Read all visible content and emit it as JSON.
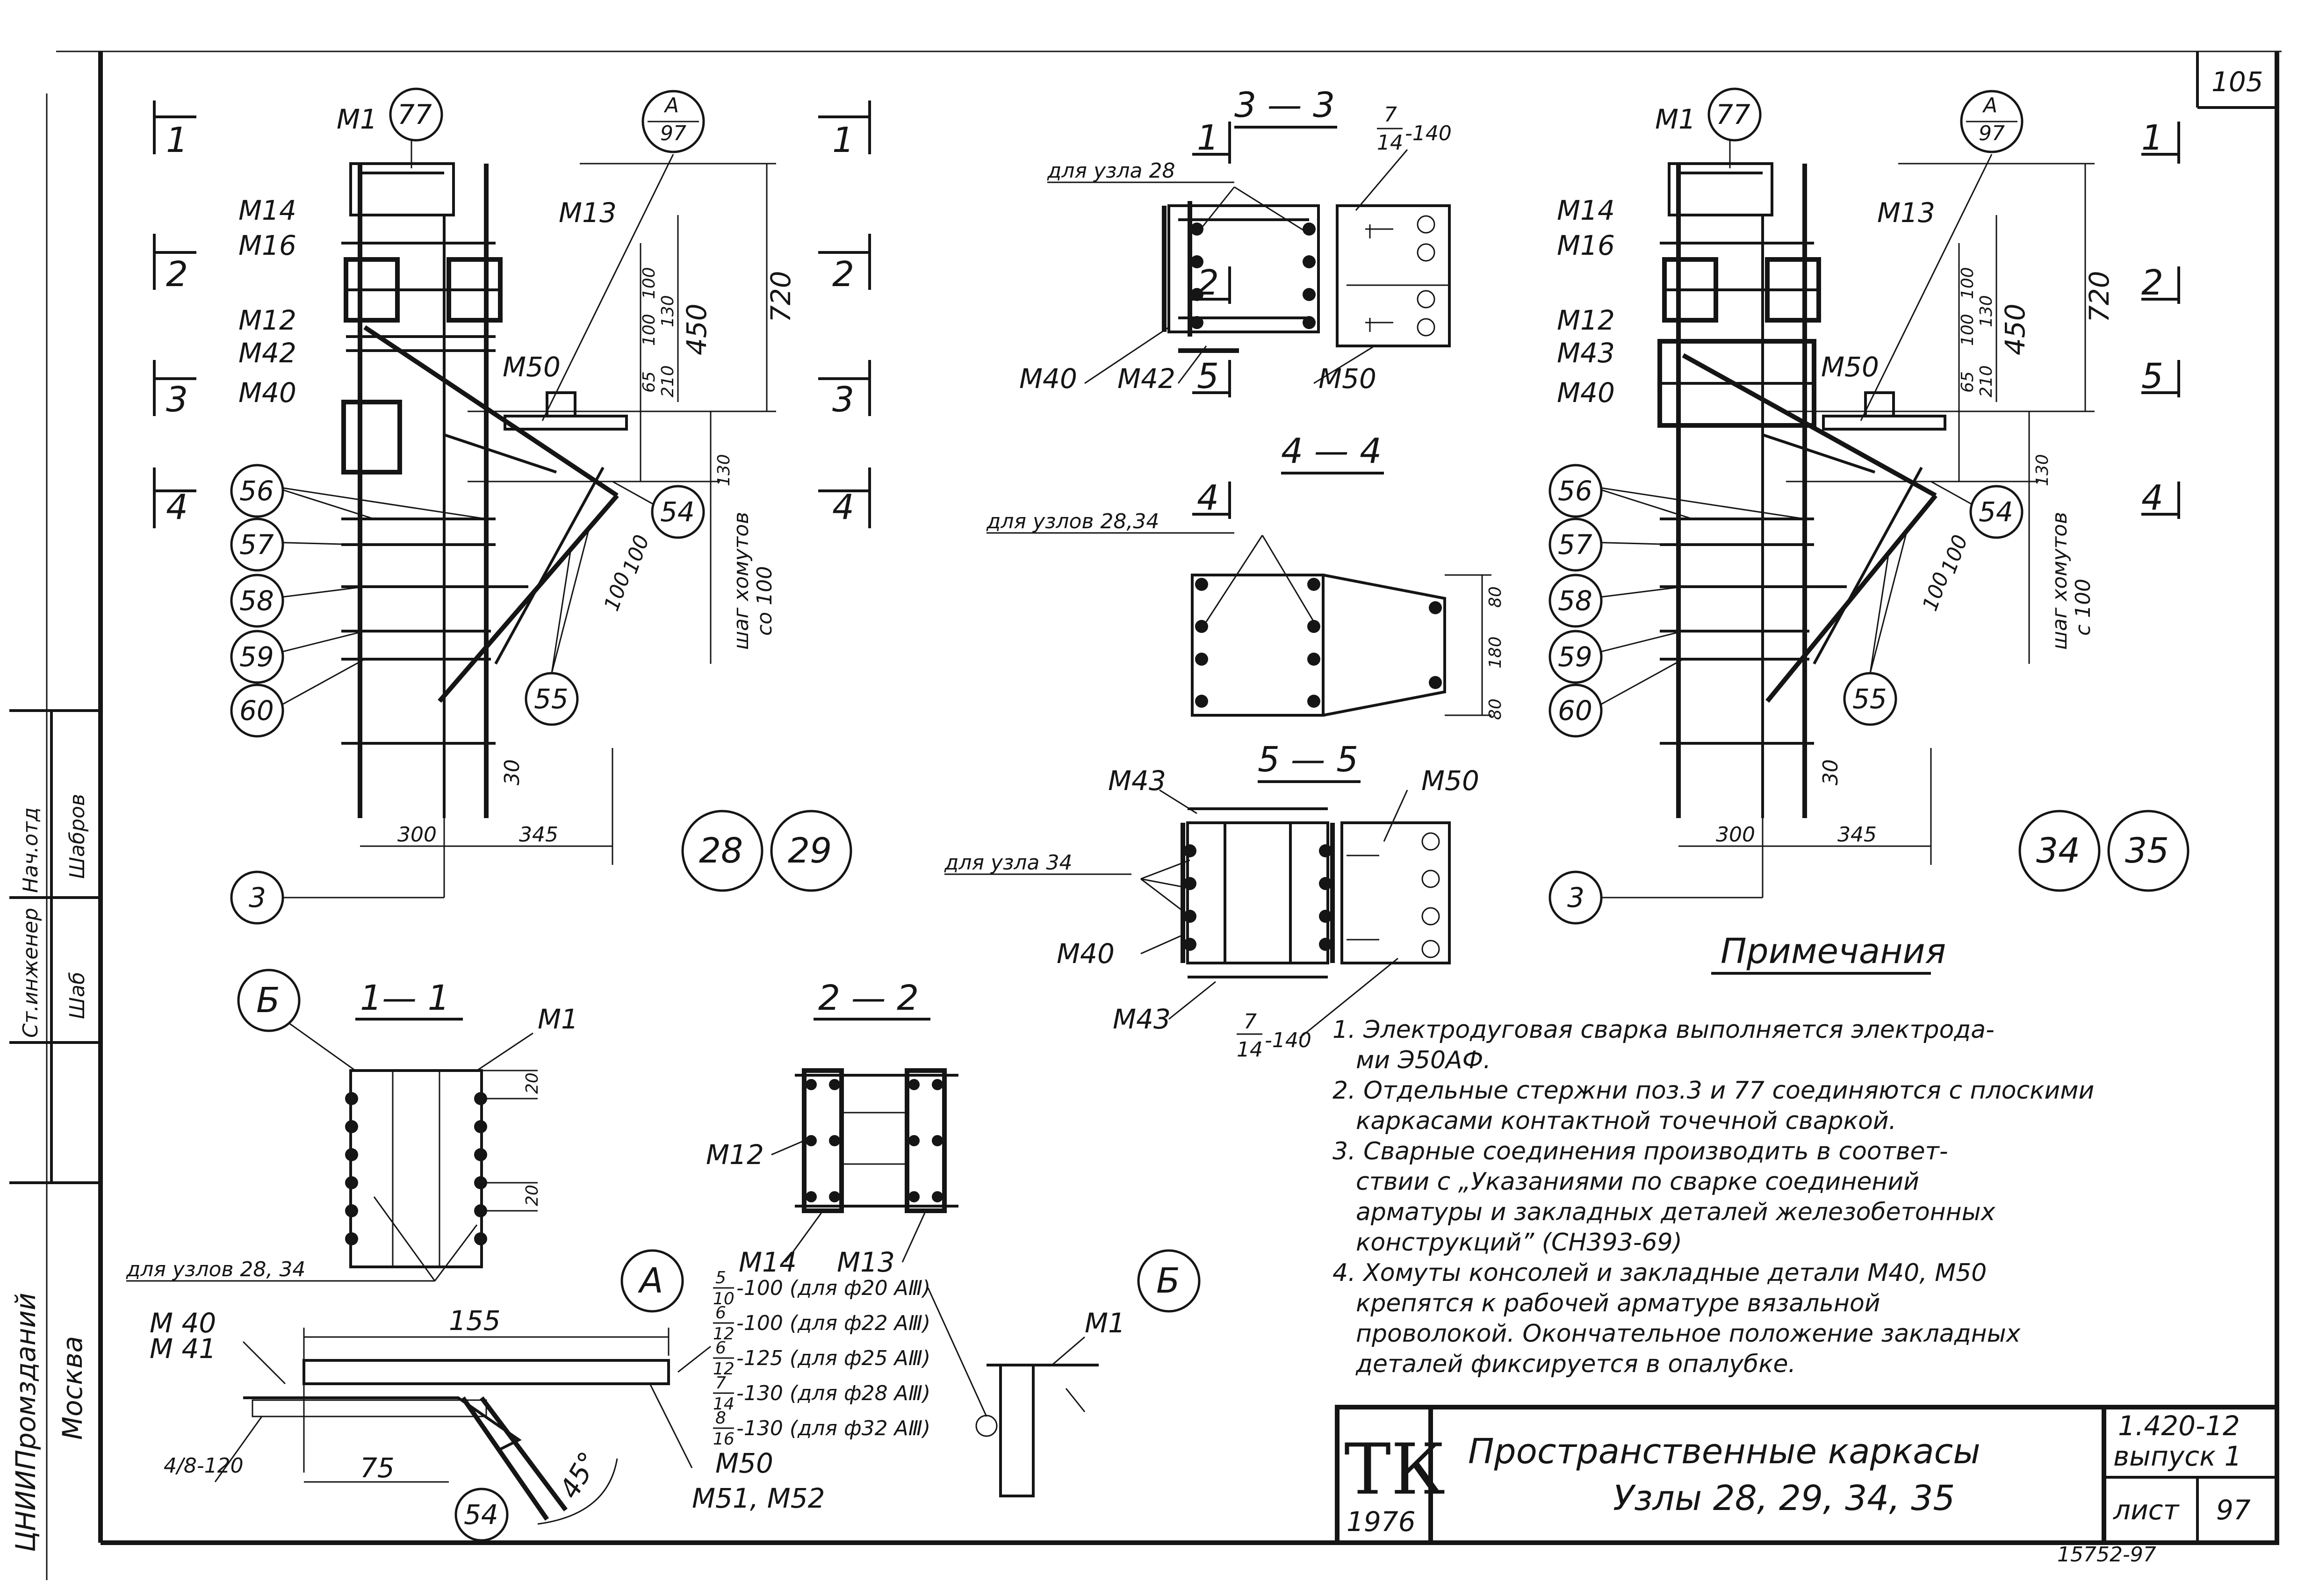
{
  "sheet": {
    "page_no": "105",
    "doc_code": "1.420-12",
    "issue": "выпуск 1",
    "sheet_label": "лист",
    "sheet_no": "97",
    "tk": "ТК",
    "year": "1976",
    "title_line1": "Пространственные каркасы",
    "title_line2": "Узлы 28, 29, 34, 35",
    "bottom_code": "15752-97"
  },
  "stamp": {
    "org": "ЦНИИПромзданий",
    "city": "Москва",
    "row1_role": "Нач.отд",
    "row1_name": "Шабров",
    "row2_role": "Ст.инженер",
    "row2_name": "Шаб"
  },
  "left_node": {
    "pieces": [
      "М1",
      "М14",
      "М16",
      "М13",
      "М12",
      "М42",
      "М40",
      "М50"
    ],
    "balloons": [
      "77",
      "56",
      "57",
      "58",
      "59",
      "60",
      "54",
      "55",
      "3"
    ],
    "ref_top": "А",
    "ref_bottom": "97",
    "sections": [
      "1",
      "2",
      "3",
      "4"
    ],
    "dims": [
      "100",
      "100",
      "100",
      "100",
      "130",
      "210",
      "450",
      "720",
      "65",
      "130",
      "100",
      "100",
      "30",
      "300",
      "345"
    ],
    "pitch_label": "шаг хомутов",
    "pitch_value": "со 100",
    "node_a": "28",
    "node_b": "29"
  },
  "right_node": {
    "pieces": [
      "М1",
      "М14",
      "М16",
      "М13",
      "М12",
      "М43",
      "М40",
      "М50"
    ],
    "balloons": [
      "77",
      "56",
      "57",
      "58",
      "59",
      "60",
      "54",
      "55",
      "3"
    ],
    "ref_top": "А",
    "ref_bottom": "97",
    "sections": [
      "1",
      "2",
      "5",
      "4"
    ],
    "dims": [
      "100",
      "100",
      "100",
      "100",
      "130",
      "210",
      "450",
      "720",
      "65",
      "130",
      "100",
      "100",
      "30",
      "300",
      "345"
    ],
    "pitch_label": "шаг хомутов",
    "pitch_value": "с 100",
    "node_a": "34",
    "node_b": "35"
  },
  "section_3_3": {
    "title": "3 — 3",
    "for_node": "для узла 28",
    "frac_top": "7",
    "frac_bottom": "14",
    "frac_tail": "-140",
    "pieces": [
      "М40",
      "М42",
      "М50"
    ]
  },
  "section_4_4": {
    "title": "4 — 4",
    "for_nodes": "для узлов 28,34",
    "dims": [
      "80",
      "180",
      "80"
    ]
  },
  "section_5_5": {
    "title": "5 — 5",
    "for_node": "для узла 34",
    "frac_top": "7",
    "frac_bottom": "14",
    "frac_tail": "-140",
    "pieces": [
      "М43",
      "М50",
      "М40",
      "М43"
    ]
  },
  "section_1_1": {
    "title": "1— 1",
    "ref": "Б",
    "piece": "М1",
    "dims": [
      "20",
      "20"
    ],
    "for_nodes": "для узлов 28, 34"
  },
  "section_2_2": {
    "title": "2 — 2",
    "pieces": [
      "М12",
      "М14",
      "М13"
    ]
  },
  "detail_a": {
    "ref": "А",
    "pieces_top": [
      "М 40",
      "М 41"
    ],
    "pieces_bottom": [
      "М50",
      "М51, М52"
    ],
    "dims": [
      "155",
      "75",
      "45°"
    ],
    "frac": "4/8-120",
    "balloon": "54",
    "welds": [
      {
        "n": "5",
        "d": "10",
        "tail": "-100 (для ф20 АⅢ)"
      },
      {
        "n": "6",
        "d": "12",
        "tail": "-100 (для ф22 АⅢ)"
      },
      {
        "n": "6",
        "d": "12",
        "tail": "-125 (для ф25 АⅢ)"
      },
      {
        "n": "7",
        "d": "14",
        "tail": "-130 (для ф28 АⅢ)"
      },
      {
        "n": "8",
        "d": "16",
        "tail": "-130 (для ф32 АⅢ)"
      }
    ]
  },
  "detail_b": {
    "ref": "Б",
    "piece": "М1"
  },
  "notes": {
    "heading": "Примечания",
    "lines": [
      "1. Электродуговая сварка выполняется электрода-",
      "ми Э50АФ.",
      "2. Отдельные стержни поз.3 и 77 соединяются с плоскими",
      "каркасами контактной точечной сваркой.",
      "3. Сварные соединения производить в соответ-",
      "ствии с „Указаниями по сварке соединений",
      "арматуры и закладных деталей железобетонных",
      "конструкций” (СН393-69)",
      "4. Хомуты консолей и закладные детали М40, М50",
      "крепятся к рабочей арматуре вязальной",
      "проволокой. Окончательное положение закладных",
      "деталей фиксируется в опалубке."
    ]
  }
}
